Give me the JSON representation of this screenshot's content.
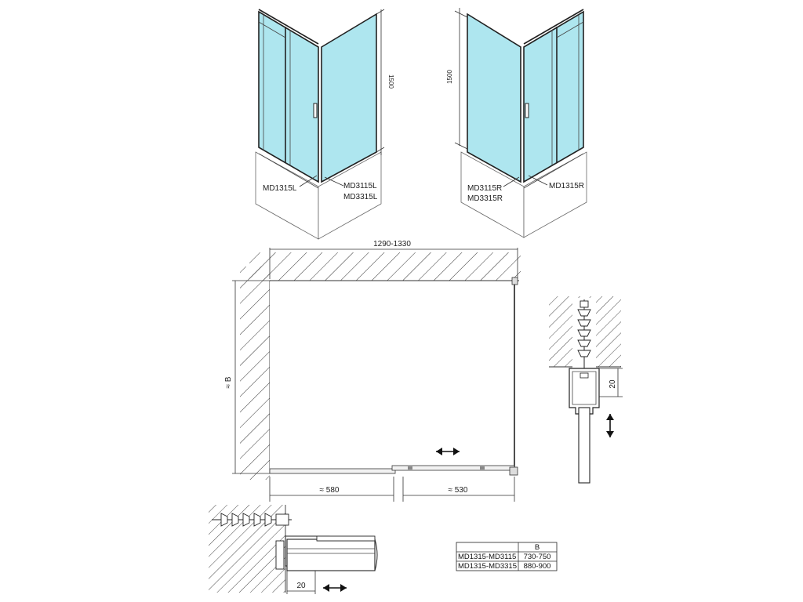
{
  "views": {
    "left_unit": {
      "height_label": "1500",
      "door_label": "MD1315L",
      "side_label_1": "MD3115L",
      "side_label_2": "MD3315L"
    },
    "right_unit": {
      "height_label": "1500",
      "door_label": "MD1315R",
      "side_label_1": "MD3115R",
      "side_label_2": "MD3315R"
    }
  },
  "plan": {
    "width_label": "1290-1330",
    "depth_label": "≈ B",
    "segment_left_label": "≈ 580",
    "segment_right_label": "≈ 530"
  },
  "details": {
    "side_profile_dim": "20",
    "bottom_profile_dim": "20"
  },
  "table": {
    "header": [
      "",
      "B"
    ],
    "rows": [
      [
        "MD1315-MD3115",
        "730-750"
      ],
      [
        "MD1315-MD3315",
        "880-900"
      ]
    ]
  }
}
